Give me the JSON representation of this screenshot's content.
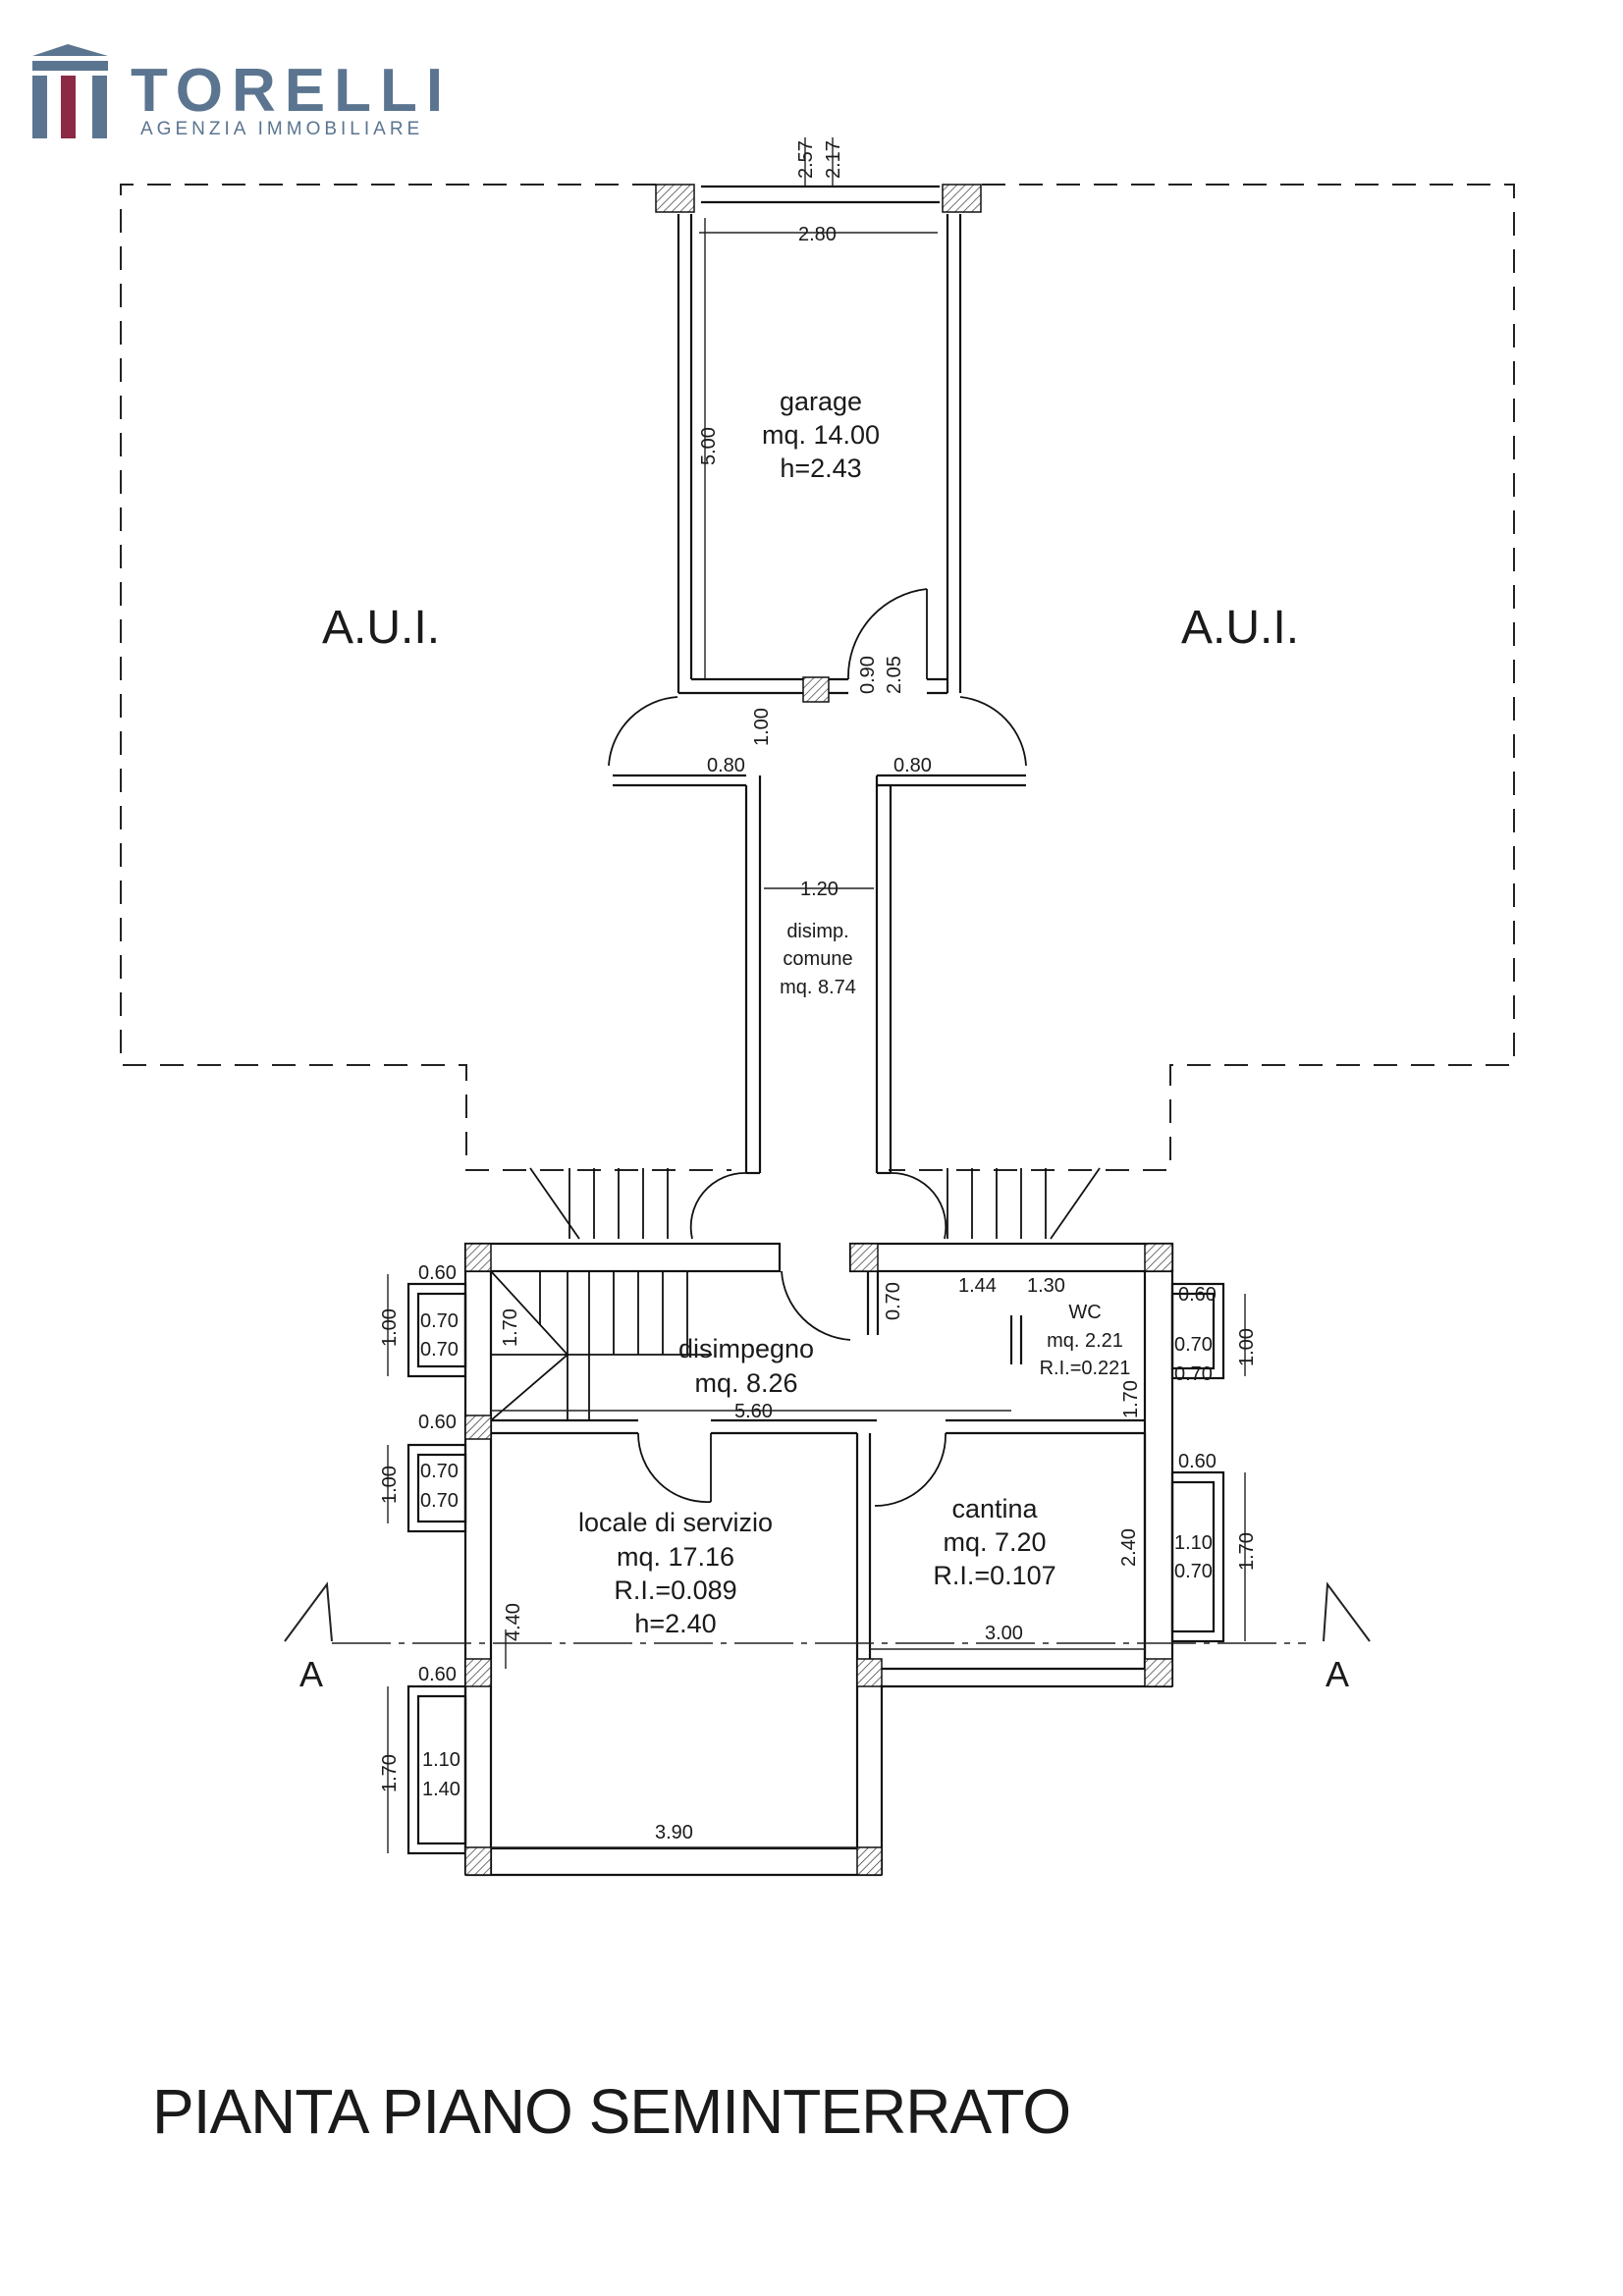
{
  "brand": {
    "name": "TORELLI",
    "subtitle": "AGENZIA IMMOBILIARE",
    "colors": {
      "slate": "#5b7590",
      "maroon": "#8a2a44"
    }
  },
  "areas": {
    "left": "A.U.I.",
    "right": "A.U.I."
  },
  "rooms": {
    "garage": {
      "name": "garage",
      "area": "mq. 14.00",
      "height": "h=2.43"
    },
    "disimp_comune": {
      "line1": "disimp.",
      "line2": "comune",
      "area": "mq. 8.74"
    },
    "disimpegno": {
      "name": "disimpegno",
      "area": "mq. 8.26"
    },
    "wc": {
      "name": "WC",
      "area": "mq. 2.21",
      "ri": "R.I.=0.221"
    },
    "locale": {
      "name": "locale di servizio",
      "area": "mq. 17.16",
      "ri": "R.I.=0.089",
      "height": "h=2.40"
    },
    "cantina": {
      "name": "cantina",
      "area": "mq. 7.20",
      "ri": "R.I.=0.107"
    }
  },
  "dims": {
    "top_a": "2.57",
    "top_b": "2.17",
    "garage_w": "2.80",
    "garage_l": "5.00",
    "door_w": "0.90",
    "door_h": "2.05",
    "passage_w": "1.00",
    "side_l": "0.80",
    "side_r": "0.80",
    "corr_w": "1.20",
    "w1": "0.60",
    "w1a": "0.70",
    "w1b": "0.70",
    "w1h": "1.00",
    "stair": "1.70",
    "w2": "0.60",
    "w2a": "0.70",
    "w2b": "0.70",
    "w2h": "1.00",
    "d070": "0.70",
    "d144": "1.44",
    "d130": "1.30",
    "w3": "0.60",
    "w3a": "0.70",
    "w3b": "0.70",
    "w3h": "1.00",
    "wc_h": "1.70",
    "d560": "5.60",
    "w4": "0.60",
    "w4a": "1.10",
    "w4b": "0.70",
    "w4h": "1.70",
    "cant_h": "2.40",
    "d440": "4.40",
    "d300": "3.00",
    "w5": "0.60",
    "w5a": "1.10",
    "w5b": "1.40",
    "w5h": "1.70",
    "d390": "3.90"
  },
  "section": {
    "left": "A",
    "right": "A"
  },
  "title": "PIANTA PIANO SEMINTERRATO"
}
